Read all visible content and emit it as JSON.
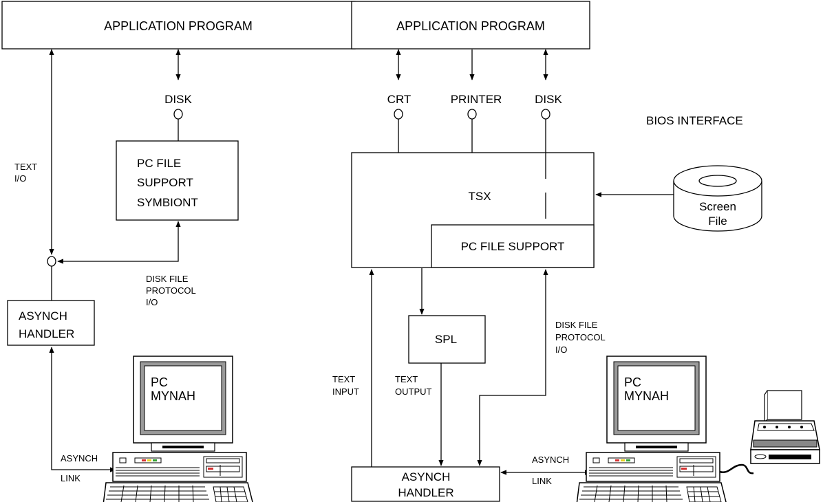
{
  "left": {
    "app_program": "APPLICATION  PROGRAM",
    "disk": "DISK",
    "text_io": [
      "TEXT",
      "I/O"
    ],
    "pcfs_symbiont": [
      "PC  FILE",
      "SUPPORT",
      "SYMBIONT"
    ],
    "disk_file_protocol": [
      "DISK FILE",
      "PROTOCOL",
      "I/O"
    ],
    "asynch_handler": [
      "ASYNCH",
      "HANDLER"
    ],
    "asynch_link": [
      "ASYNCH",
      "LINK"
    ],
    "computer_screen": [
      "PC",
      "MYNAH"
    ]
  },
  "right": {
    "app_program": "APPLICATION  PROGRAM",
    "crt": "CRT",
    "printer": "PRINTER",
    "disk": "DISK",
    "bios_interface": "BIOS  INTERFACE",
    "tsx": "TSX",
    "pc_file_support": "PC  FILE  SUPPORT",
    "screen_file": [
      "Screen",
      "File"
    ],
    "spl": "SPL",
    "disk_file_protocol": [
      "DISK FILE",
      "PROTOCOL",
      "I/O"
    ],
    "text_input": [
      "TEXT",
      "INPUT"
    ],
    "text_output": [
      "TEXT",
      "OUTPUT"
    ],
    "asynch_handler": [
      "ASYNCH",
      "HANDLER"
    ],
    "asynch_link": [
      "ASYNCH",
      "LINK"
    ],
    "computer_screen": [
      "PC",
      "MYNAH"
    ]
  }
}
